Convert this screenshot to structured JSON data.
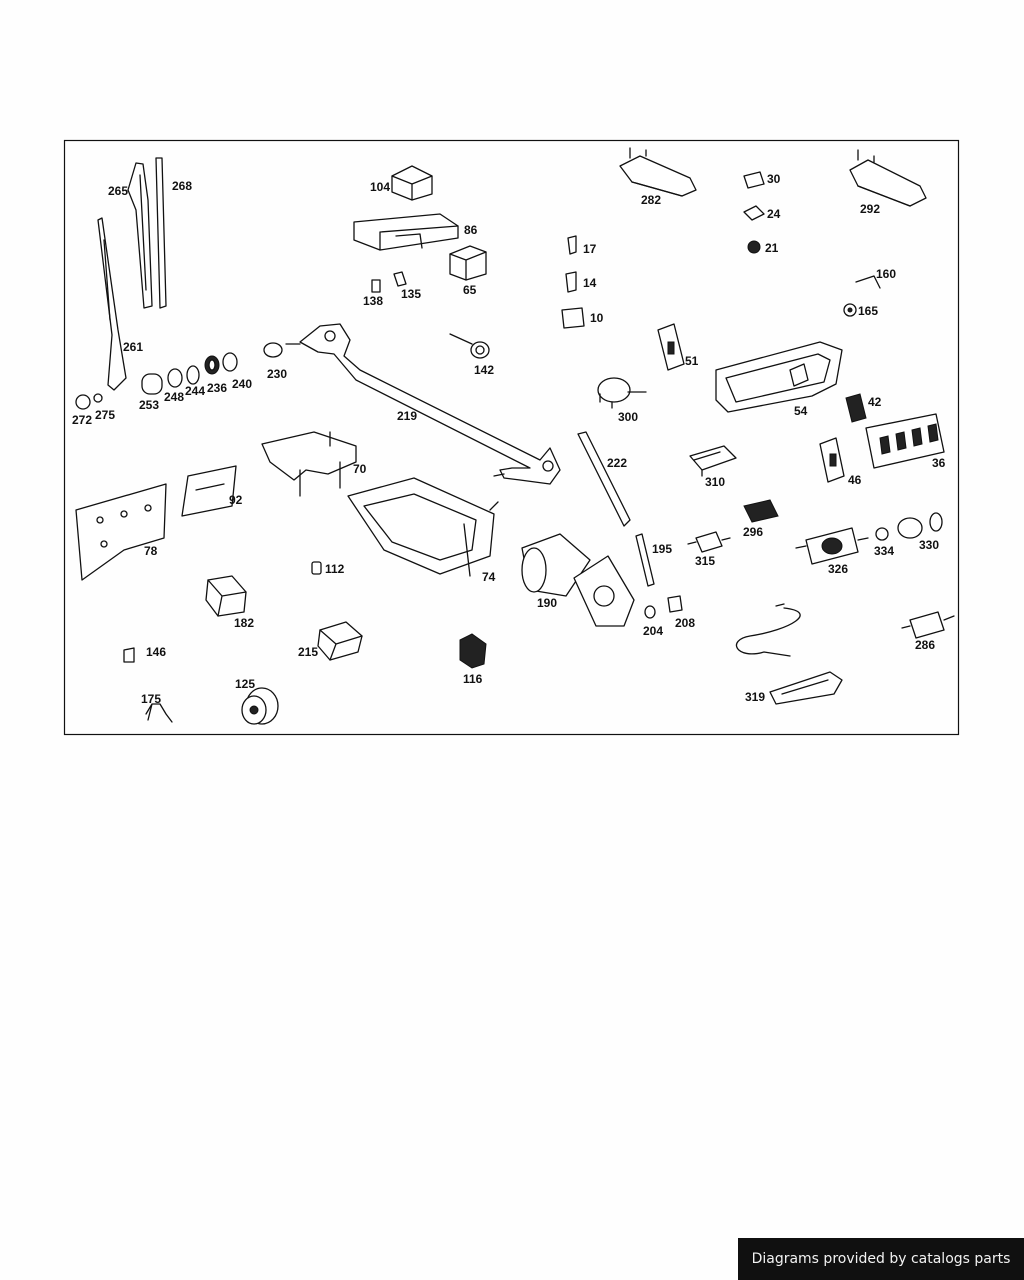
{
  "credit": "Diagrams provided by catalogs parts",
  "labels": [
    "104",
    "86",
    "65",
    "138",
    "135",
    "282",
    "30",
    "24",
    "21",
    "17",
    "14",
    "10",
    "292",
    "160",
    "165",
    "265",
    "268",
    "261",
    "272",
    "275",
    "253",
    "248",
    "244",
    "236",
    "240",
    "230",
    "219",
    "142",
    "51",
    "300",
    "54",
    "42",
    "36",
    "46",
    "70",
    "92",
    "78",
    "74",
    "112",
    "222",
    "310",
    "296",
    "315",
    "195",
    "190",
    "204",
    "208",
    "326",
    "334",
    "330",
    "182",
    "215",
    "116",
    "146",
    "175",
    "125",
    "319",
    "286"
  ]
}
